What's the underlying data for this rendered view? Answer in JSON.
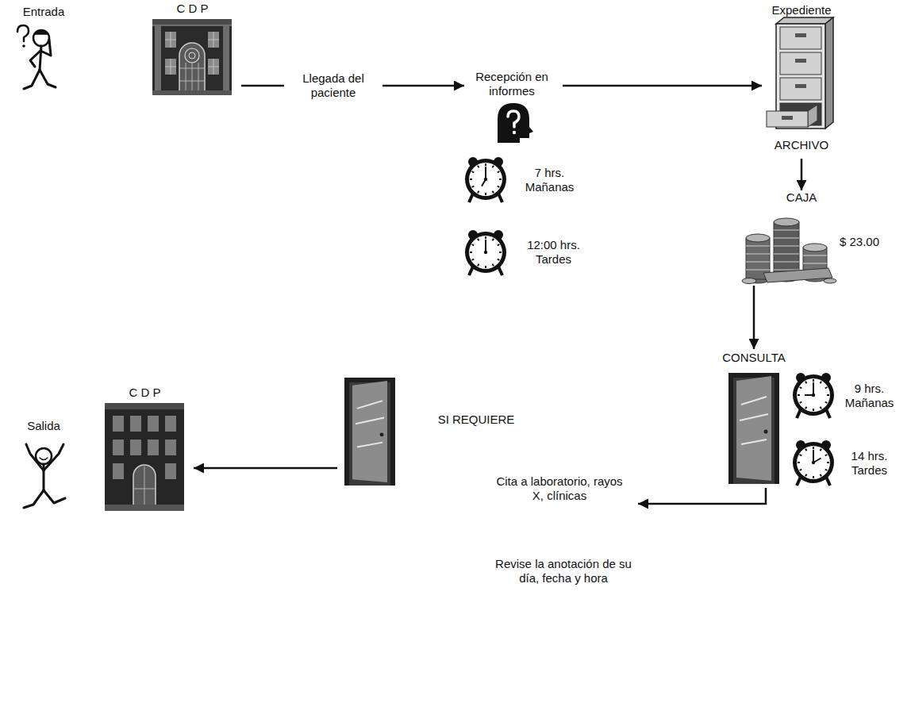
{
  "diagram": {
    "nodes": [
      {
        "text": [
          "C D P"
        ]
      },
      {
        "text": [
          "Recepción en informes"
        ]
      },
      {
        "text": [
          "Expediente",
          "ARCHIVO"
        ]
      },
      {
        "text": [
          "CAJA",
          "$ 23.00"
        ]
      },
      {
        "text": [
          "CONSULTA"
        ]
      },
      {
        "text": [
          "SI REQUIERE",
          "Cita a laboratorio, rayos X, clínicas",
          "Revise la anotación de su día, fecha y hora"
        ]
      },
      {
        "text": [
          "C D P"
        ]
      }
    ],
    "edges": [
      {
        "from": 0,
        "to": 1,
        "arrow": "to",
        "label": "Llegada del paciente"
      },
      {
        "from": 1,
        "to": 2,
        "arrow": "to"
      },
      {
        "from": 2,
        "to": 3,
        "arrow": "to"
      },
      {
        "from": 3,
        "to": 4,
        "arrow": "to"
      },
      {
        "from": 4,
        "to": 5,
        "arrow": "to"
      },
      {
        "from": 5,
        "to": 6,
        "arrow": "to"
      }
    ],
    "labels": [
      "Entrada",
      "7 hrs. Mañanas",
      "12:00 hrs. Tardes",
      "9 hrs. Mañanas",
      "14 hrs. Tardes",
      "Salida"
    ]
  }
}
